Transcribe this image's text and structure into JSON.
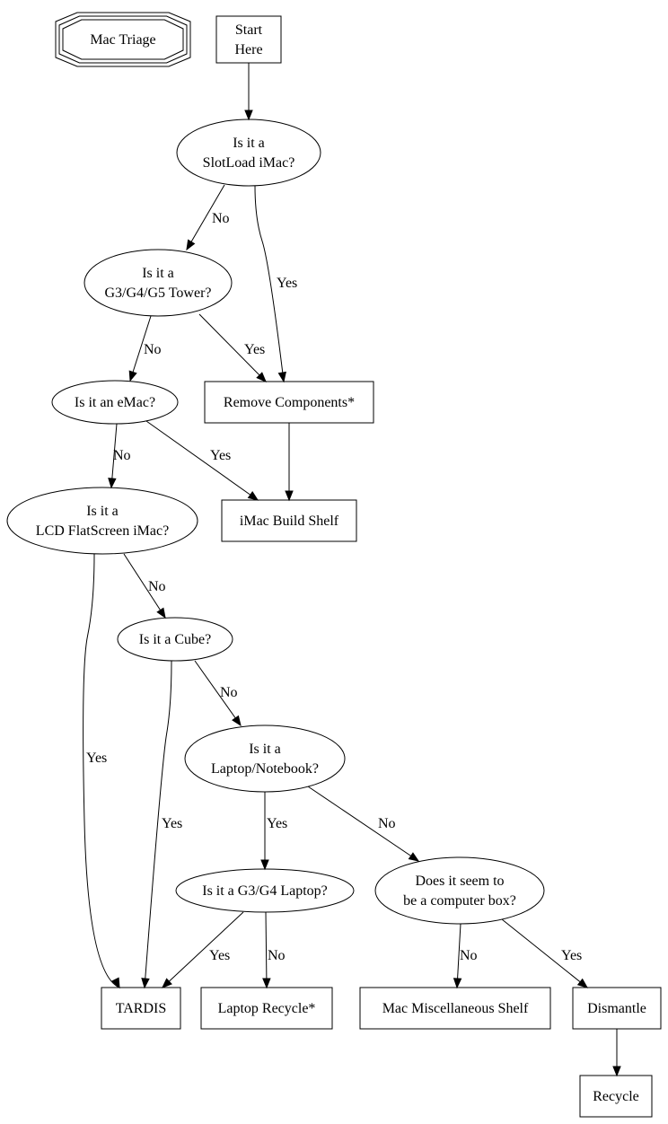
{
  "title": "Mac Triage",
  "nodes": [
    {
      "id": "title",
      "label": [
        "Mac Triage"
      ],
      "shape": "tripleoctagon"
    },
    {
      "id": "start",
      "label": [
        "Start",
        "Here"
      ],
      "shape": "box"
    },
    {
      "id": "slotload",
      "label": [
        "Is it a",
        "SlotLoad iMac?"
      ],
      "shape": "ellipse"
    },
    {
      "id": "tower",
      "label": [
        "Is it a",
        "G3/G4/G5 Tower?"
      ],
      "shape": "ellipse"
    },
    {
      "id": "emac",
      "label": [
        "Is it an eMac?"
      ],
      "shape": "ellipse"
    },
    {
      "id": "remove",
      "label": [
        "Remove Components*"
      ],
      "shape": "box"
    },
    {
      "id": "lcd",
      "label": [
        "Is it a",
        "LCD FlatScreen iMac?"
      ],
      "shape": "ellipse"
    },
    {
      "id": "buildshelf",
      "label": [
        "iMac Build Shelf"
      ],
      "shape": "box"
    },
    {
      "id": "cube",
      "label": [
        "Is it a Cube?"
      ],
      "shape": "ellipse"
    },
    {
      "id": "laptop",
      "label": [
        "Is it a",
        "Laptop/Notebook?"
      ],
      "shape": "ellipse"
    },
    {
      "id": "g3g4laptop",
      "label": [
        "Is it a G3/G4 Laptop?"
      ],
      "shape": "ellipse"
    },
    {
      "id": "computerbox",
      "label": [
        "Does it seem to",
        "be a computer box?"
      ],
      "shape": "ellipse"
    },
    {
      "id": "tardis",
      "label": [
        "TARDIS"
      ],
      "shape": "box"
    },
    {
      "id": "laptoprecycle",
      "label": [
        "Laptop Recycle*"
      ],
      "shape": "box"
    },
    {
      "id": "miscshelf",
      "label": [
        "Mac Miscellaneous Shelf"
      ],
      "shape": "box"
    },
    {
      "id": "dismantle",
      "label": [
        "Dismantle"
      ],
      "shape": "box"
    },
    {
      "id": "recycle",
      "label": [
        "Recycle"
      ],
      "shape": "box"
    }
  ],
  "edges": [
    {
      "from": "start",
      "to": "slotload",
      "label": ""
    },
    {
      "from": "slotload",
      "to": "tower",
      "label": "No"
    },
    {
      "from": "slotload",
      "to": "remove",
      "label": "Yes"
    },
    {
      "from": "tower",
      "to": "emac",
      "label": "No"
    },
    {
      "from": "tower",
      "to": "remove",
      "label": "Yes"
    },
    {
      "from": "emac",
      "to": "lcd",
      "label": "No"
    },
    {
      "from": "emac",
      "to": "buildshelf",
      "label": "Yes"
    },
    {
      "from": "remove",
      "to": "buildshelf",
      "label": ""
    },
    {
      "from": "lcd",
      "to": "cube",
      "label": "No"
    },
    {
      "from": "lcd",
      "to": "tardis",
      "label": "Yes"
    },
    {
      "from": "cube",
      "to": "laptop",
      "label": "No"
    },
    {
      "from": "cube",
      "to": "tardis",
      "label": "Yes"
    },
    {
      "from": "laptop",
      "to": "g3g4laptop",
      "label": "Yes"
    },
    {
      "from": "laptop",
      "to": "computerbox",
      "label": "No"
    },
    {
      "from": "g3g4laptop",
      "to": "tardis",
      "label": "Yes"
    },
    {
      "from": "g3g4laptop",
      "to": "laptoprecycle",
      "label": "No"
    },
    {
      "from": "computerbox",
      "to": "miscshelf",
      "label": "No"
    },
    {
      "from": "computerbox",
      "to": "dismantle",
      "label": "Yes"
    },
    {
      "from": "dismantle",
      "to": "recycle",
      "label": ""
    }
  ]
}
